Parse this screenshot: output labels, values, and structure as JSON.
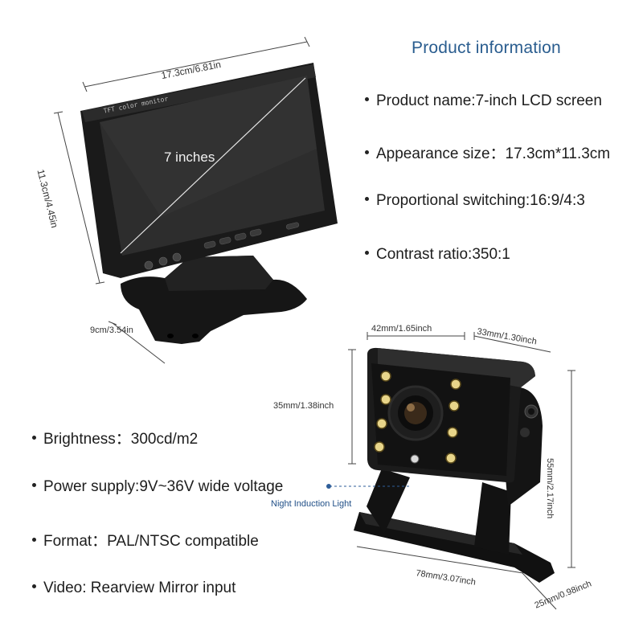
{
  "title": "Product information",
  "specs_top": [
    "Product name:7-inch LCD screen",
    "Appearance size：17.3cm*11.3cm",
    "Proportional switching:16:9/4:3",
    "Contrast ratio:350:1"
  ],
  "specs_bottom": [
    "Brightness：300cd/m2",
    "Power supply:9V~36V wide voltage",
    "Format：PAL/NTSC compatible",
    "Video: Rearview Mirror input"
  ],
  "monitor": {
    "label": "TFT color monitor",
    "screen_text": "7 inches",
    "dim_width": "17.3cm/6.81in",
    "dim_height": "11.3cm/4.45in",
    "dim_depth": "9cm/3.54in"
  },
  "camera": {
    "dim_width": "42mm/1.65inch",
    "dim_depth": "33mm/1.30inch",
    "dim_lens": "35mm/1.38inch",
    "dim_height": "55mm/2.17inch",
    "dim_base": "78mm/3.07inch",
    "dim_base_depth": "25mm/0.98inch",
    "night_label": "Night Induction Light"
  }
}
